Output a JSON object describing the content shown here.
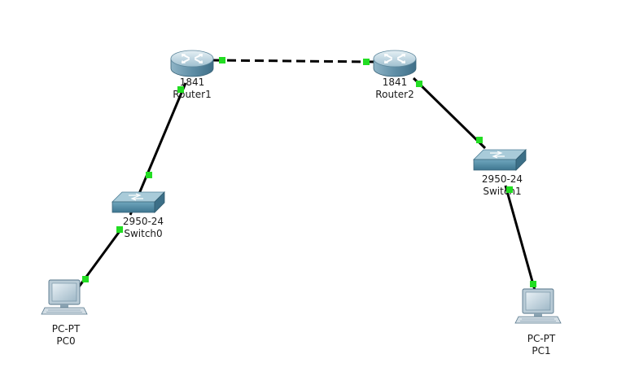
{
  "devices": [
    {
      "id": "router1",
      "type": "router",
      "model": "1841",
      "name": "Router1",
      "icon": "router-icon"
    },
    {
      "id": "router2",
      "type": "router",
      "model": "1841",
      "name": "Router2",
      "icon": "router-icon"
    },
    {
      "id": "switch0",
      "type": "switch",
      "model": "2950-24",
      "name": "Switch0",
      "icon": "switch-icon"
    },
    {
      "id": "switch1",
      "type": "switch",
      "model": "2950-24",
      "name": "Switch1",
      "icon": "switch-icon"
    },
    {
      "id": "pc0",
      "type": "pc",
      "model": "PC-PT",
      "name": "PC0",
      "icon": "pc-icon"
    },
    {
      "id": "pc1",
      "type": "pc",
      "model": "PC-PT",
      "name": "PC1",
      "icon": "pc-icon"
    }
  ],
  "links": [
    {
      "from": "router1",
      "to": "router2",
      "style": "dashed",
      "status": "up"
    },
    {
      "from": "router1",
      "to": "switch0",
      "style": "solid",
      "status": "up"
    },
    {
      "from": "switch0",
      "to": "pc0",
      "style": "solid",
      "status": "up"
    },
    {
      "from": "router2",
      "to": "switch1",
      "style": "solid",
      "status": "up"
    },
    {
      "from": "switch1",
      "to": "pc1",
      "style": "solid",
      "status": "up"
    }
  ],
  "colors": {
    "link": "#000000",
    "port_up": "#22dd22",
    "router_body": "#6f9fb6",
    "switch_body": "#5a93aa",
    "pc_body": "#c9d6de"
  }
}
